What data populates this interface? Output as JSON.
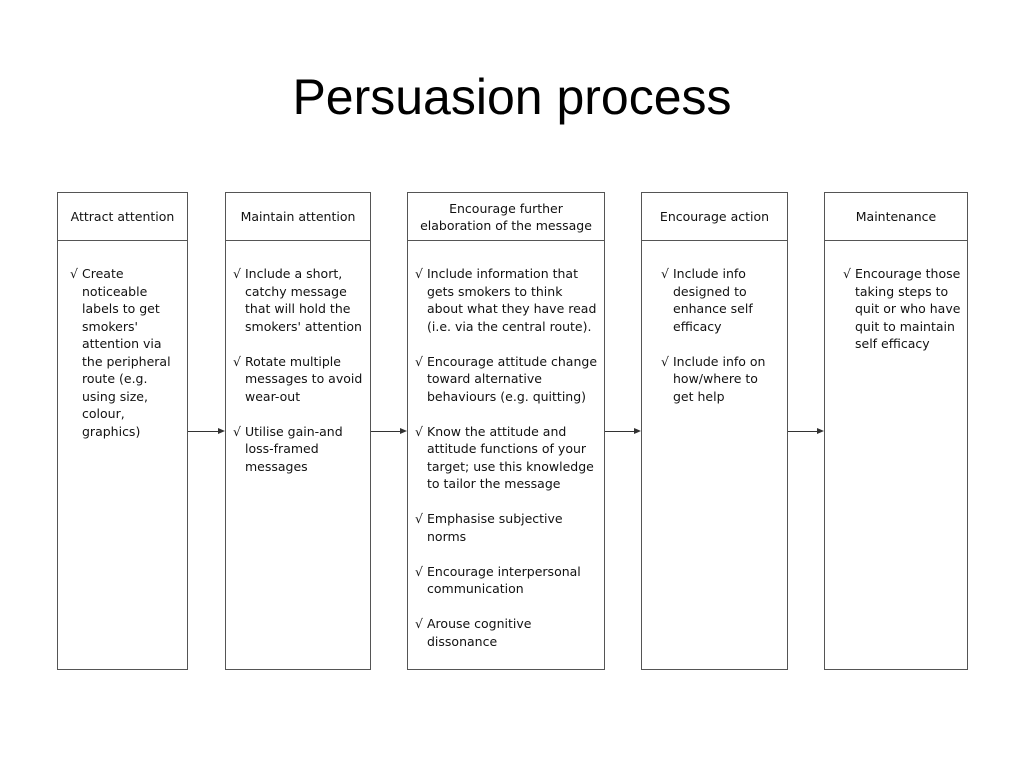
{
  "slide": {
    "title": "Persuasion process"
  },
  "check_glyph": "√",
  "stages": [
    {
      "header": "Attract attention",
      "items": [
        "Create noticeable labels to get smokers' attention via the peripheral route (e.g. using size, colour, graphics)"
      ]
    },
    {
      "header": "Maintain attention",
      "items": [
        "Include a short, catchy message that will hold the smokers' attention",
        "Rotate multiple messages to avoid wear-out",
        "Utilise gain-and loss-framed messages"
      ]
    },
    {
      "header": "Encourage further\nelaboration of the message",
      "items": [
        "Include information that gets smokers to think about what they have read (i.e. via the central route).",
        "Encourage attitude change toward alternative behaviours (e.g. quitting)",
        "Know the attitude and attitude functions of your target; use this knowledge to tailor the message",
        "Emphasise subjective norms",
        "Encourage interpersonal communication",
        "Arouse cognitive dissonance"
      ]
    },
    {
      "header": "Encourage action",
      "items": [
        "Include info designed to enhance self efficacy",
        "Include info on how/where to get help"
      ]
    },
    {
      "header": "Maintenance",
      "items": [
        "Encourage those taking steps to quit or who have quit to maintain self efficacy"
      ]
    }
  ]
}
